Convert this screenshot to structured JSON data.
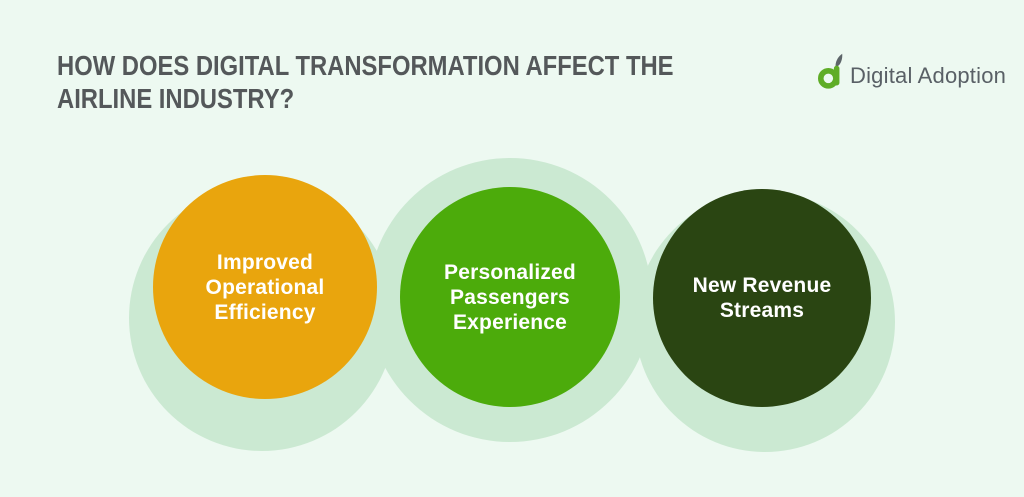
{
  "header": {
    "title": "HOW DOES DIGITAL TRANSFORMATION AFFECT THE\nAIRLINE INDUSTRY?",
    "title_color": "#54585a"
  },
  "logo": {
    "brand": "Digital Adoption",
    "icon": "digital-adoption-a-icon",
    "icon_green": "#5fad27",
    "leaf_gray": "#5d6569",
    "text_color": "#596066"
  },
  "diagram": {
    "background": "#edf9f1",
    "halo_color": "#cbe9d2",
    "items": [
      {
        "label": "Improved\nOperational\nEfficiency",
        "color": "#e9a50d"
      },
      {
        "label": "Personalized\nPassengers\nExperience",
        "color": "#4cab0b"
      },
      {
        "label": "New Revenue\nStreams",
        "color": "#2a4512"
      }
    ]
  }
}
